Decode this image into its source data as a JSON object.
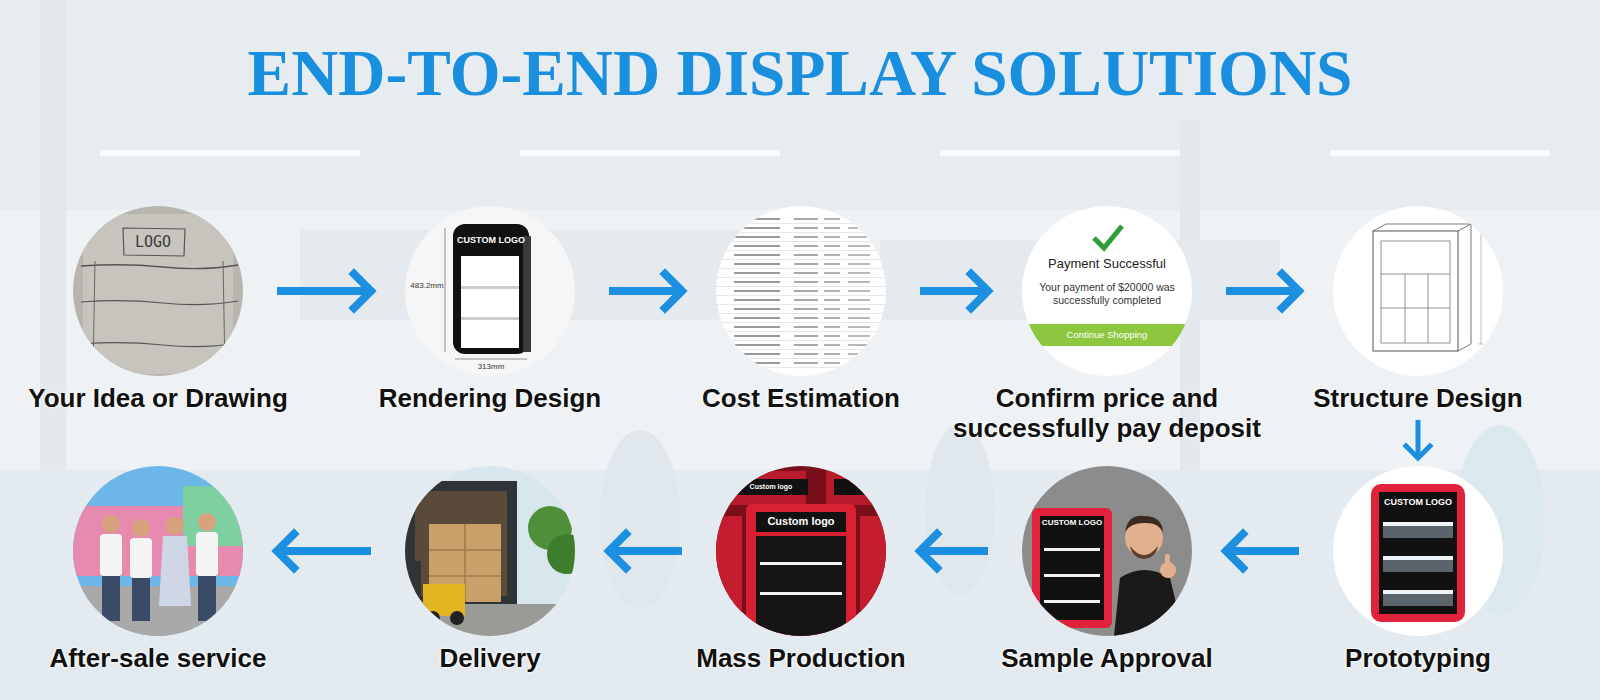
{
  "diagram": {
    "title": "END-TO-END DISPLAY SOLUTIONS",
    "nodes": [
      {
        "text": [
          "Your Idea or Drawing",
          "LOGO"
        ]
      },
      {
        "text": [
          "Rendering Design",
          "CUSTOM LOGO",
          "483.2mm",
          "313mm"
        ]
      },
      {
        "text": [
          "Cost Estimation"
        ]
      },
      {
        "text": [
          "Confirm price and successfully pay deposit",
          "Payment Successful",
          "Your payment of $20000 was successfully completed",
          "Continue Shopping"
        ]
      },
      {
        "text": [
          "Structure Design"
        ]
      },
      {
        "text": [
          "Prototyping",
          "CUSTOM LOGO"
        ]
      },
      {
        "text": [
          "Sample Approval",
          "CUSTOM LOGO"
        ]
      },
      {
        "text": [
          "Mass Production",
          "Custom logo",
          "Custom logo"
        ]
      },
      {
        "text": [
          "Delivery"
        ]
      },
      {
        "text": [
          "After-sale service"
        ]
      }
    ],
    "edges": [
      {
        "from": 0,
        "to": 1,
        "arrow": "to"
      },
      {
        "from": 1,
        "to": 2,
        "arrow": "to"
      },
      {
        "from": 2,
        "to": 3,
        "arrow": "to"
      },
      {
        "from": 3,
        "to": 4,
        "arrow": "to"
      },
      {
        "from": 4,
        "to": 5,
        "arrow": "to"
      },
      {
        "from": 5,
        "to": 6,
        "arrow": "to"
      },
      {
        "from": 6,
        "to": 7,
        "arrow": "to"
      },
      {
        "from": 7,
        "to": 8,
        "arrow": "to"
      },
      {
        "from": 8,
        "to": 9,
        "arrow": "to"
      }
    ]
  }
}
